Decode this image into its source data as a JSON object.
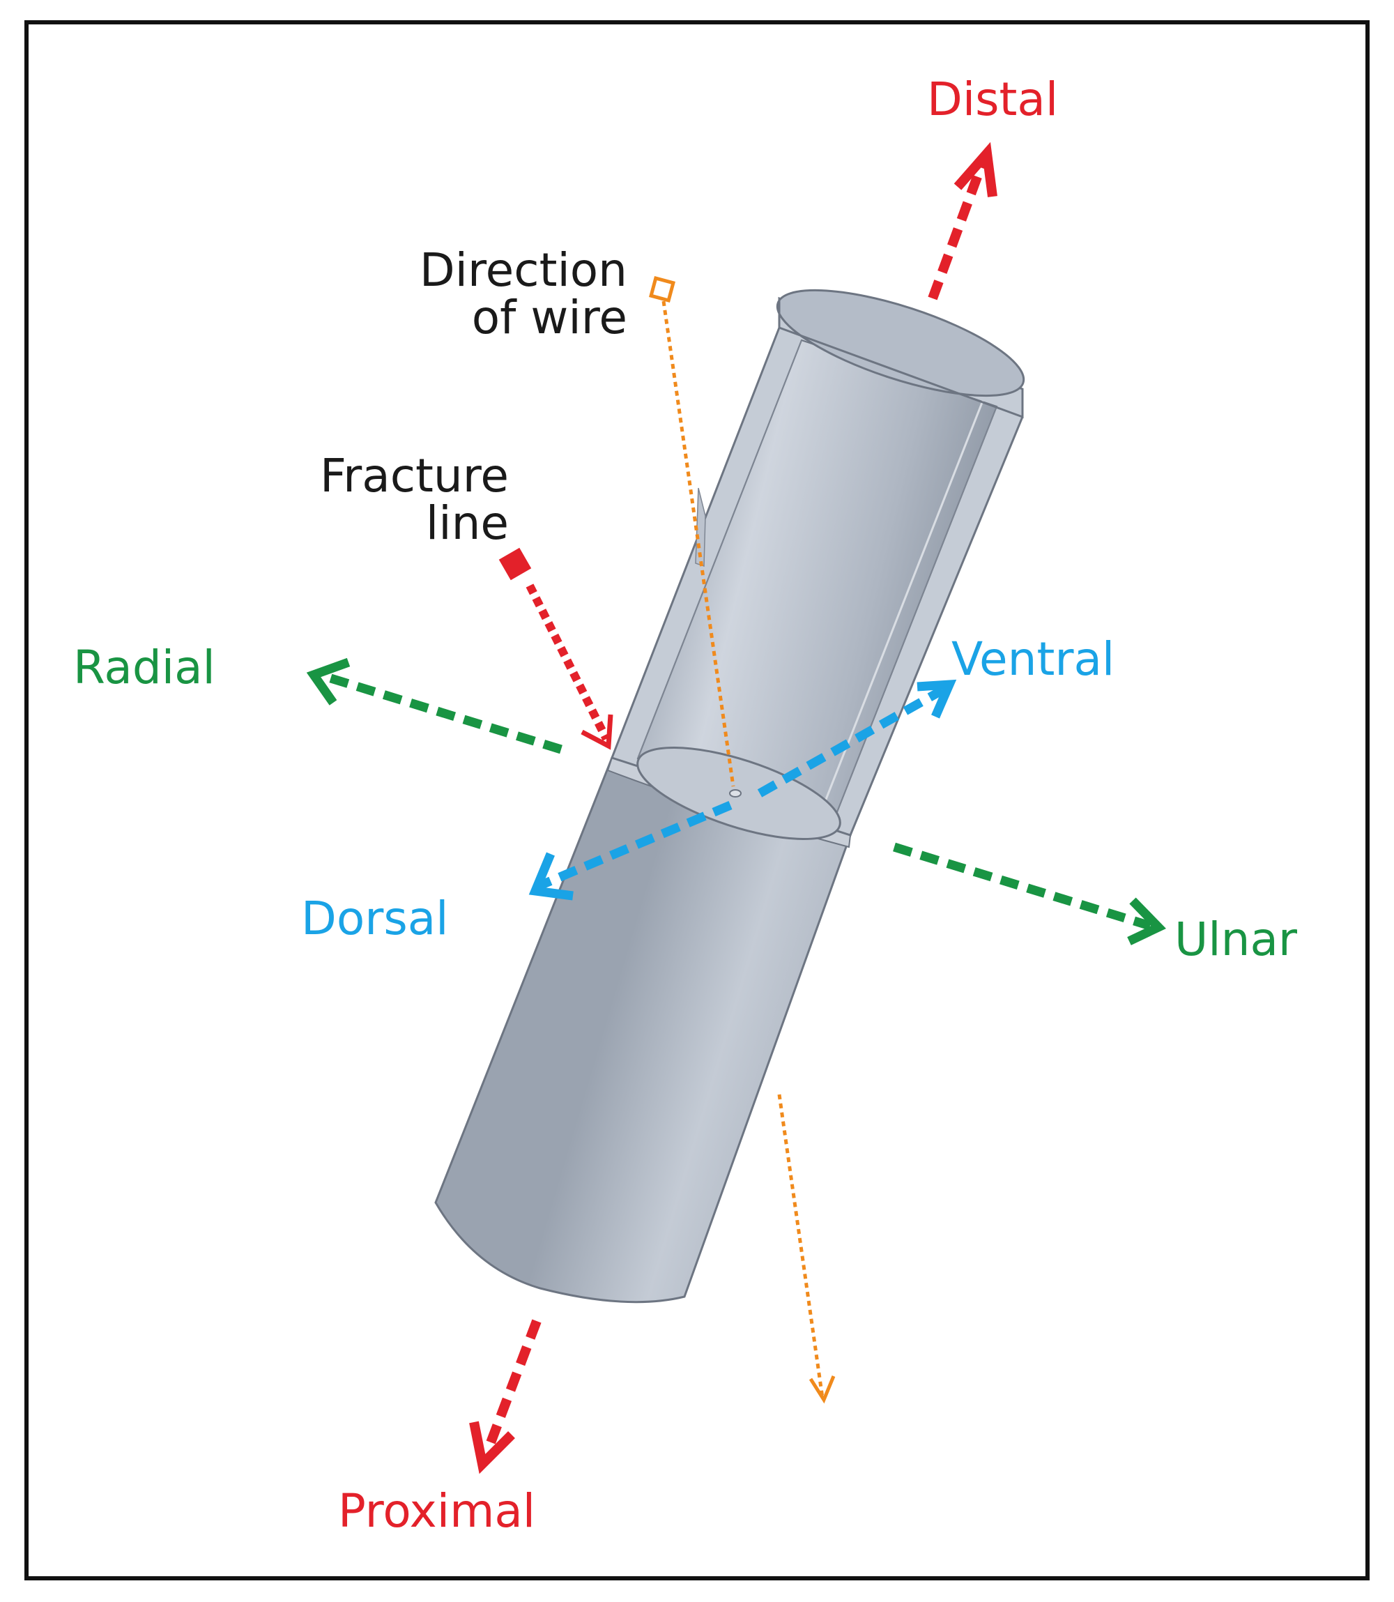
{
  "labels": {
    "distal": "Distal",
    "proximal": "Proximal",
    "radial": "Radial",
    "ulnar": "Ulnar",
    "ventral": "Ventral",
    "dorsal": "Dorsal",
    "direction_of_wire_line1": "Direction",
    "direction_of_wire_line2": "of wire",
    "fracture_line_line1": "Fracture",
    "fracture_line_line2": "line"
  },
  "colors": {
    "distal_proximal": "#e3212a",
    "radial_ulnar": "#199443",
    "ventral_dorsal": "#1aa3e6",
    "wire": "#f08a1c",
    "annotation_text": "#1a1a1a",
    "cylinder_body": "#b9c1cd",
    "frame_border": "#111111"
  }
}
